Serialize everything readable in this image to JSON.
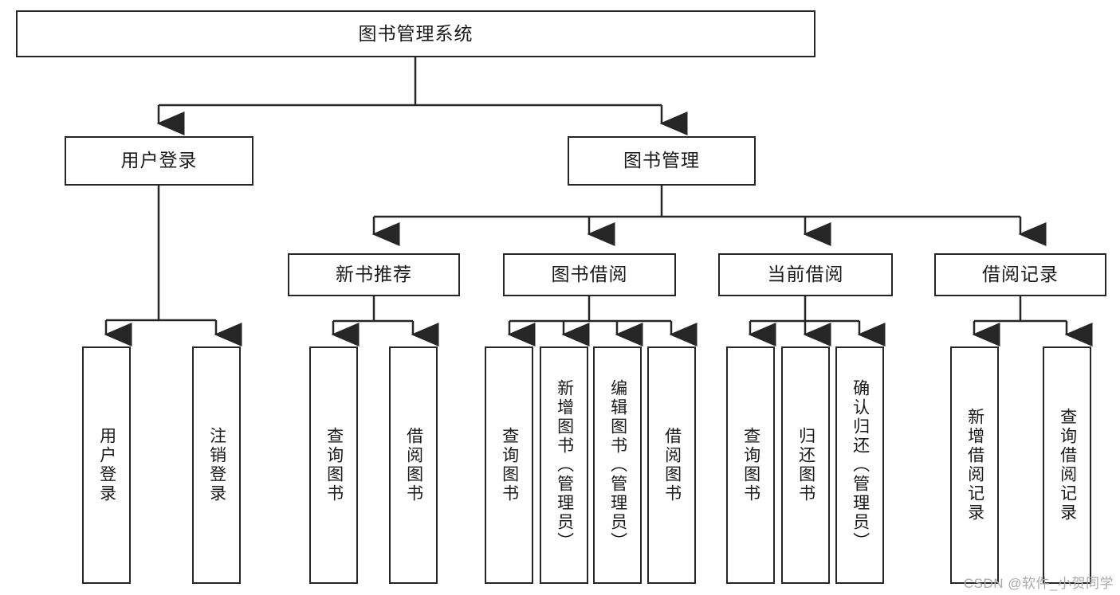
{
  "diagram": {
    "type": "tree-hierarchy",
    "title": "图书管理系统",
    "root": {
      "label": "图书管理系统"
    },
    "level2": [
      {
        "label": "用户登录"
      },
      {
        "label": "图书管理"
      }
    ],
    "level3": [
      {
        "label": "新书推荐"
      },
      {
        "label": "图书借阅"
      },
      {
        "label": "当前借阅"
      },
      {
        "label": "借阅记录"
      }
    ],
    "leaves": {
      "user_login": [
        {
          "label": "用户登录"
        },
        {
          "label": "注销登录"
        }
      ],
      "new_book_recommend": [
        {
          "label": "查询图书"
        },
        {
          "label": "借阅图书"
        }
      ],
      "book_borrow": [
        {
          "label": "查询图书"
        },
        {
          "label": "新增图书（管理员）"
        },
        {
          "label": "编辑图书（管理员）"
        },
        {
          "label": "借阅图书"
        }
      ],
      "current_borrow": [
        {
          "label": "查询图书"
        },
        {
          "label": "归还图书"
        },
        {
          "label": "确认归还（管理员）"
        }
      ],
      "borrow_record": [
        {
          "label": "新增借阅记录"
        },
        {
          "label": "查询借阅记录"
        }
      ]
    }
  },
  "watermark": {
    "text": "CSDN @软件_小贺同学"
  },
  "colors": {
    "stroke": "#262626",
    "background": "#ffffff",
    "text": "#1a1a1a",
    "watermark": "#a9a9a9"
  }
}
